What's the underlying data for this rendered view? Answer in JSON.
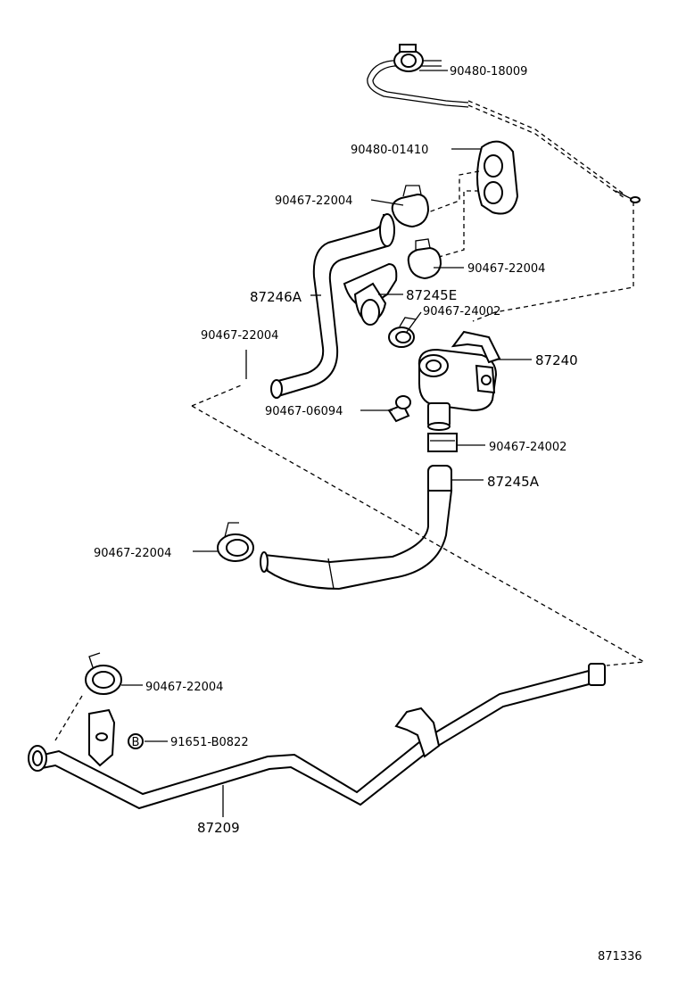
{
  "callouts": {
    "grommet_top": "90480-18009",
    "grommet_plate": "90480-01410",
    "clamp_upper_left": "90467-22004",
    "clamp_upper_right": "90467-22004",
    "hose_a": "87246A",
    "hose_e": "87245E",
    "clamp_small_upper": "90467-24002",
    "clamp_left_mid": "90467-22004",
    "valve": "87240",
    "screw": "90467-06094",
    "clamp_small_lower": "90467-24002",
    "hose_lower_a": "87245A",
    "clamp_lower_left": "90467-22004",
    "clamp_bottom": "90467-22004",
    "bolt": "91651-B0822",
    "pipe": "87209"
  },
  "bolt_marker": "B",
  "diagram_code": "871336"
}
